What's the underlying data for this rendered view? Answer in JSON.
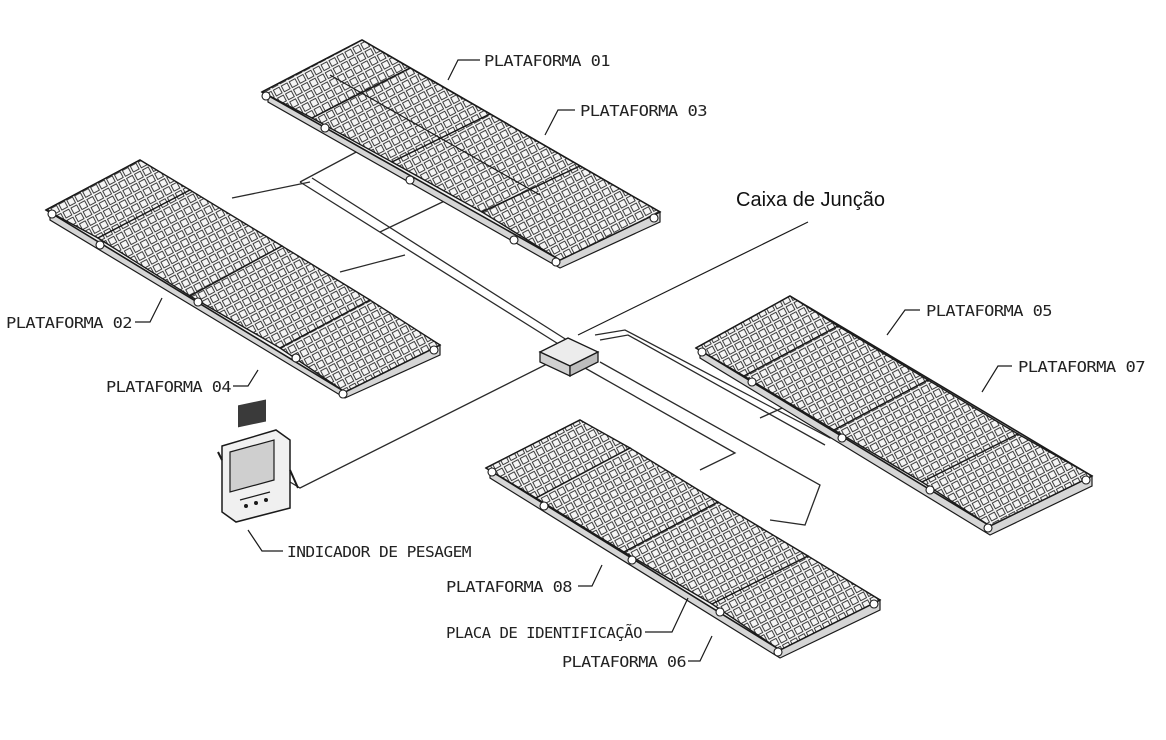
{
  "labels": {
    "plataforma_01": "PLATAFORMA 01",
    "plataforma_02": "PLATAFORMA 02",
    "plataforma_03": "PLATAFORMA 03",
    "plataforma_04": "PLATAFORMA 04",
    "plataforma_05": "PLATAFORMA 05",
    "plataforma_06": "PLATAFORMA 06",
    "plataforma_07": "PLATAFORMA 07",
    "plataforma_08": "PLATAFORMA 08",
    "caixa_juncao": "Caixa de Junção",
    "indicador": "INDICADOR DE PESAGEM",
    "placa": "PLACA  DE IDENTIFICAÇÃO"
  },
  "colors": {
    "line": "#1a1a1a",
    "panel_fill": "#f2f2f2",
    "side_fill": "#d6d6d6",
    "background": "#ffffff"
  },
  "icons": {
    "indicator": "weighing-indicator-icon",
    "junction_box": "junction-box-icon"
  }
}
